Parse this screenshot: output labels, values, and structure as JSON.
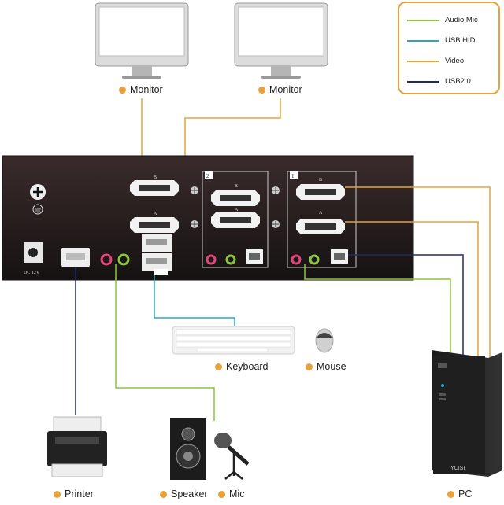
{
  "legend": [
    {
      "label": "Audio,Mic",
      "color": "#8cc63f"
    },
    {
      "label": "USB HID",
      "color": "#29a8c4"
    },
    {
      "label": "Video",
      "color": "#e8a23a"
    },
    {
      "label": "USB2.0",
      "color": "#1f2a6b"
    }
  ],
  "labels": {
    "monitor1": "Monitor",
    "monitor2": "Monitor",
    "keyboard": "Keyboard",
    "mouse": "Mouse",
    "printer": "Printer",
    "speaker": "Speaker",
    "mic": "Mic",
    "pc": "PC"
  },
  "panel": {
    "dc_label": "DC 12V",
    "port_group_2": "2",
    "port_group_1": "1",
    "port_b": "B",
    "port_a": "A"
  },
  "pc_brand": "YCISI",
  "colors": {
    "accent": "#e8a23a",
    "panel": "#241c1c"
  }
}
